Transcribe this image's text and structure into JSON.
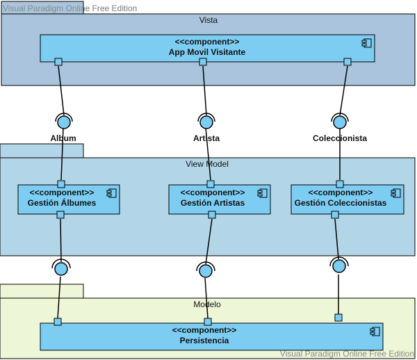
{
  "watermarks": {
    "top": "Visual Paradigm Online Free Edition",
    "bottom": "Visual Paradigm Online Free Edition"
  },
  "packages": {
    "vista": {
      "title": "Vista"
    },
    "viewmodel": {
      "title": "View Model"
    },
    "modelo": {
      "title": "Modelo"
    }
  },
  "components": {
    "app": {
      "stereotype": "<<component>>",
      "name": "App Movil Visitante"
    },
    "albumes": {
      "stereotype": "<<component>>",
      "name": "Gestión Álbumes"
    },
    "artistas": {
      "stereotype": "<<component>>",
      "name": "Gestión Artistas"
    },
    "coleccionistas": {
      "stereotype": "<<component>>",
      "name": "Gestión Coleccionistas"
    },
    "persistencia": {
      "stereotype": "<<component>>",
      "name": "Persistencia"
    }
  },
  "interfaces": {
    "album": "Album",
    "artista": "Artista",
    "coleccionista": "Coleccionista"
  },
  "colors": {
    "vista_fill": "#a9c4dc",
    "viewmodel_fill": "#b2d6e8",
    "modelo_fill": "#eef6d8",
    "component_fill": "#7dcdf3",
    "line": "#000000"
  }
}
